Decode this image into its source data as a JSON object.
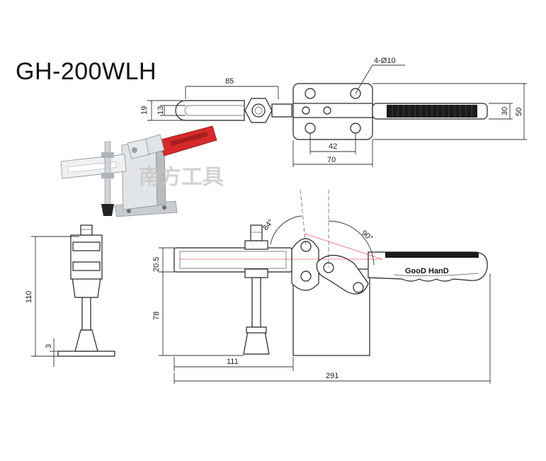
{
  "title": "GH-200WLH",
  "brand_label": "GooD HanD",
  "watermark": "南方工具",
  "dimensions": {
    "d85": "85",
    "d19": "19",
    "d13": "13",
    "d42": "42",
    "d70": "70",
    "d30": "30",
    "d50": "50",
    "holes": "4-Ø10",
    "d110": "110",
    "d3": "3",
    "d20_5": "20.5",
    "d78": "78",
    "d111": "111",
    "d291": "291",
    "a84": "84°",
    "a90": "90°"
  },
  "colors": {
    "handle_red": "#d62a2a",
    "metal": "#dfe3e6"
  }
}
